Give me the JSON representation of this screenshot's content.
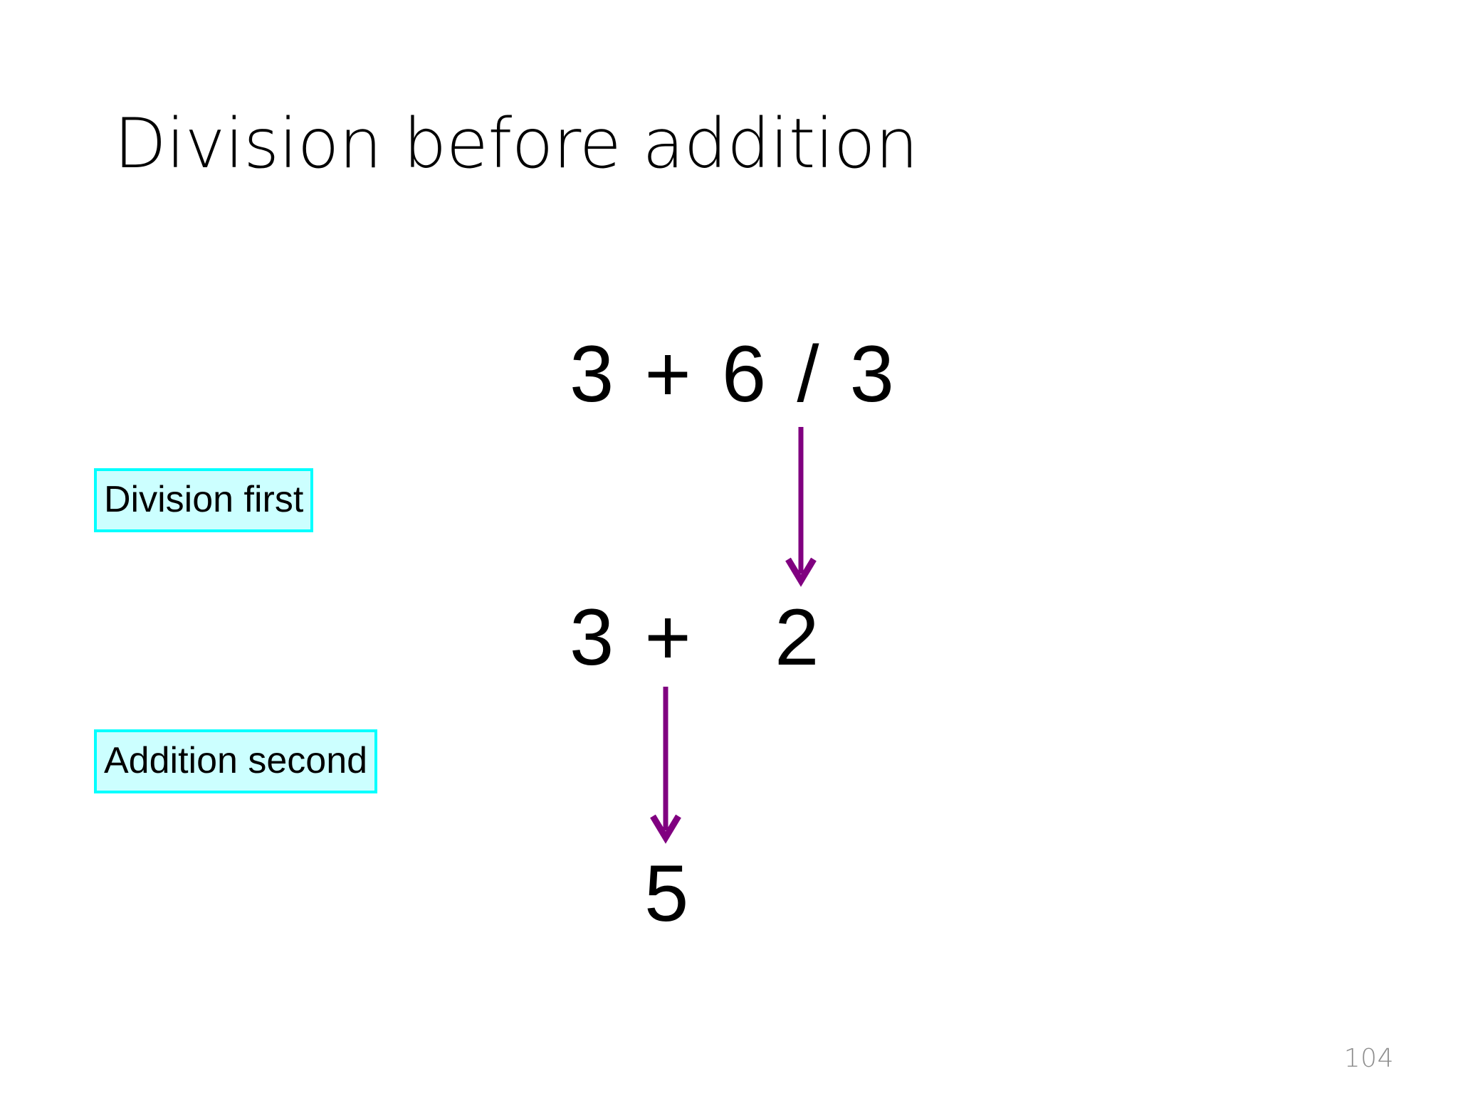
{
  "slide": {
    "title": "Division before addition",
    "background_color": "#FFFFFF",
    "page_number": "104"
  },
  "equation": {
    "line1": "3 + 6 / 3",
    "line2": "3 +   2",
    "line3": "5",
    "text_color": "#000000"
  },
  "callouts": [
    {
      "label": "Division first",
      "fill": "#CCFFFF",
      "border": "#00FFFF"
    },
    {
      "label": "Addition second",
      "fill": "#CCFFFF",
      "border": "#00FFFF"
    }
  ],
  "arrows": [
    {
      "name": "arrow-division-step",
      "color": "#800080",
      "direction": "down"
    },
    {
      "name": "arrow-addition-step",
      "color": "#800080",
      "direction": "down"
    }
  ],
  "colors": {
    "accent_purple": "#800080",
    "callout_fill": "#CCFFFF",
    "callout_border": "#00FFFF",
    "page_number_gray": "#8E8E8E"
  }
}
